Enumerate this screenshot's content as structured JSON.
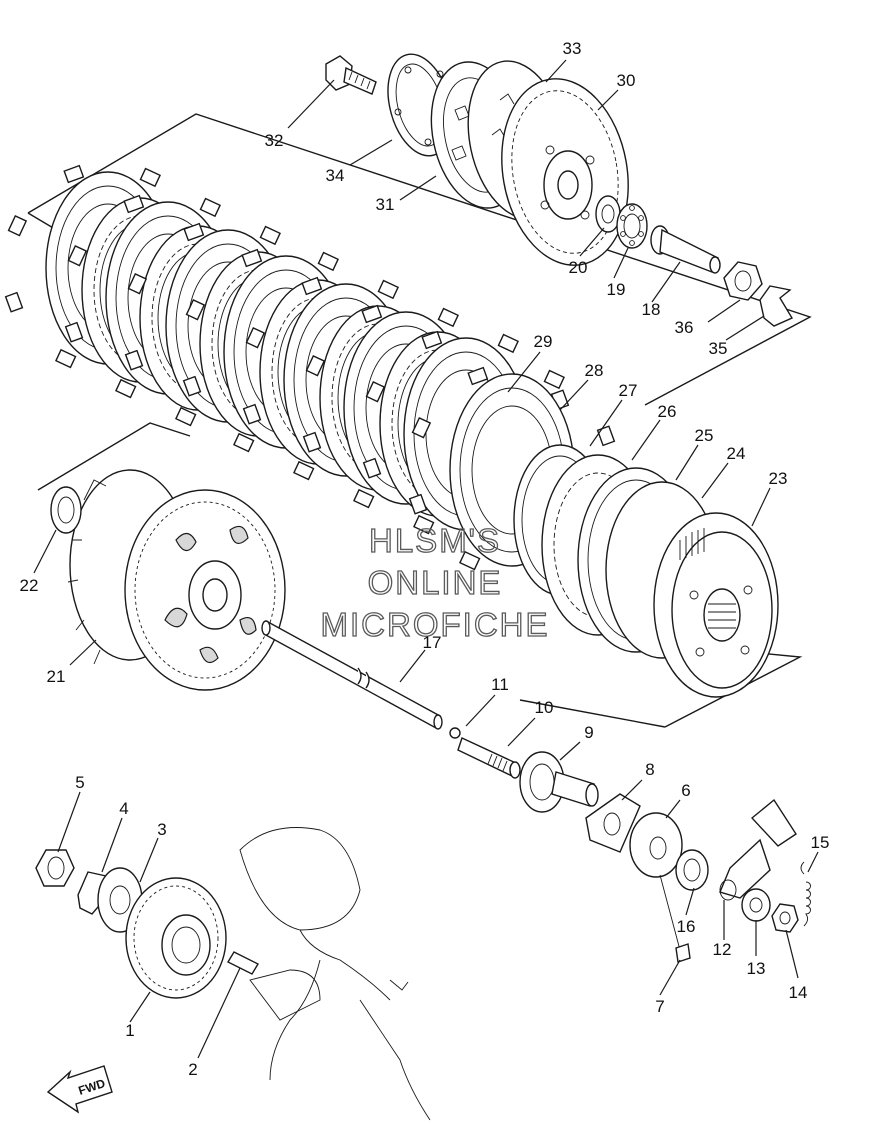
{
  "watermark": {
    "line1": "HLSM'S",
    "line2": "ONLINE",
    "line3": "MICROFICHE"
  },
  "direction_arrow": {
    "label": "FWD"
  },
  "callouts": [
    {
      "part": "1"
    },
    {
      "part": "2"
    },
    {
      "part": "3"
    },
    {
      "part": "4"
    },
    {
      "part": "5"
    },
    {
      "part": "6"
    },
    {
      "part": "7"
    },
    {
      "part": "8"
    },
    {
      "part": "9"
    },
    {
      "part": "10"
    },
    {
      "part": "11"
    },
    {
      "part": "12"
    },
    {
      "part": "13"
    },
    {
      "part": "14"
    },
    {
      "part": "15"
    },
    {
      "part": "16"
    },
    {
      "part": "17"
    },
    {
      "part": "18"
    },
    {
      "part": "19"
    },
    {
      "part": "20"
    },
    {
      "part": "21"
    },
    {
      "part": "22"
    },
    {
      "part": "23"
    },
    {
      "part": "24"
    },
    {
      "part": "25"
    },
    {
      "part": "26"
    },
    {
      "part": "27"
    },
    {
      "part": "28"
    },
    {
      "part": "29"
    },
    {
      "part": "30"
    },
    {
      "part": "31"
    },
    {
      "part": "32"
    },
    {
      "part": "33"
    },
    {
      "part": "34"
    },
    {
      "part": "35"
    },
    {
      "part": "36"
    }
  ]
}
